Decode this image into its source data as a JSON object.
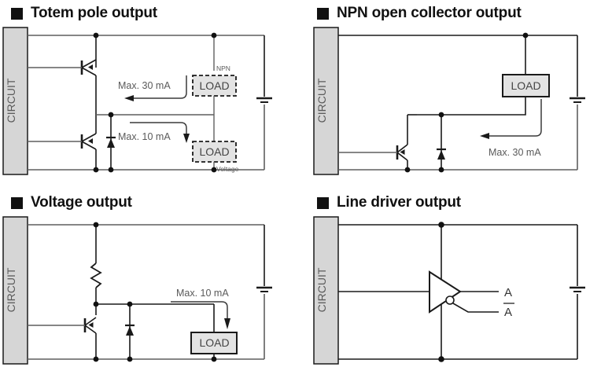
{
  "page": {
    "background": "#ffffff",
    "wire_color": "#5f5f5f",
    "dark_wire_color": "#1a1a1a",
    "block_fill": "#d6d6d6",
    "load_fill": "#e3e3e3",
    "bullet_color": "#111111",
    "label_color": "#5a5a5a"
  },
  "panels": [
    {
      "id": "totem-pole-output",
      "title": "Totem pole output",
      "circuit_block_label": "CIRCUIT",
      "loads": [
        {
          "label": "LOAD",
          "style": "dashed",
          "caption_top": "NPN",
          "caption_bottom": ""
        },
        {
          "label": "LOAD",
          "style": "dashed",
          "caption_top": "",
          "caption_bottom": "Voltage"
        }
      ],
      "annotations": [
        {
          "text": "Max. 30 mA",
          "direction": "left"
        },
        {
          "text": "Max. 10 mA",
          "direction": "down"
        }
      ],
      "components": [
        "transistor-npn",
        "transistor-npn",
        "diode",
        "power-supply"
      ]
    },
    {
      "id": "npn-open-collector-output",
      "title": "NPN open collector output",
      "circuit_block_label": "CIRCUIT",
      "loads": [
        {
          "label": "LOAD",
          "style": "solid",
          "caption_top": "",
          "caption_bottom": ""
        }
      ],
      "annotations": [
        {
          "text": "Max. 30 mA",
          "direction": "left"
        }
      ],
      "components": [
        "transistor-npn",
        "diode",
        "power-supply"
      ]
    },
    {
      "id": "voltage-output",
      "title": "Voltage output",
      "circuit_block_label": "CIRCUIT",
      "loads": [
        {
          "label": "LOAD",
          "style": "solid",
          "caption_top": "",
          "caption_bottom": ""
        }
      ],
      "annotations": [
        {
          "text": "Max. 10 mA",
          "direction": "down"
        }
      ],
      "components": [
        "resistor",
        "transistor-npn",
        "diode",
        "power-supply"
      ]
    },
    {
      "id": "line-driver-output",
      "title": "Line driver output",
      "circuit_block_label": "CIRCUIT",
      "loads": [],
      "annotations": [],
      "outputs": [
        {
          "label": "A",
          "overline": false
        },
        {
          "label": "A",
          "overline": true
        }
      ],
      "components": [
        "line-driver-buffer",
        "power-supply"
      ]
    }
  ]
}
